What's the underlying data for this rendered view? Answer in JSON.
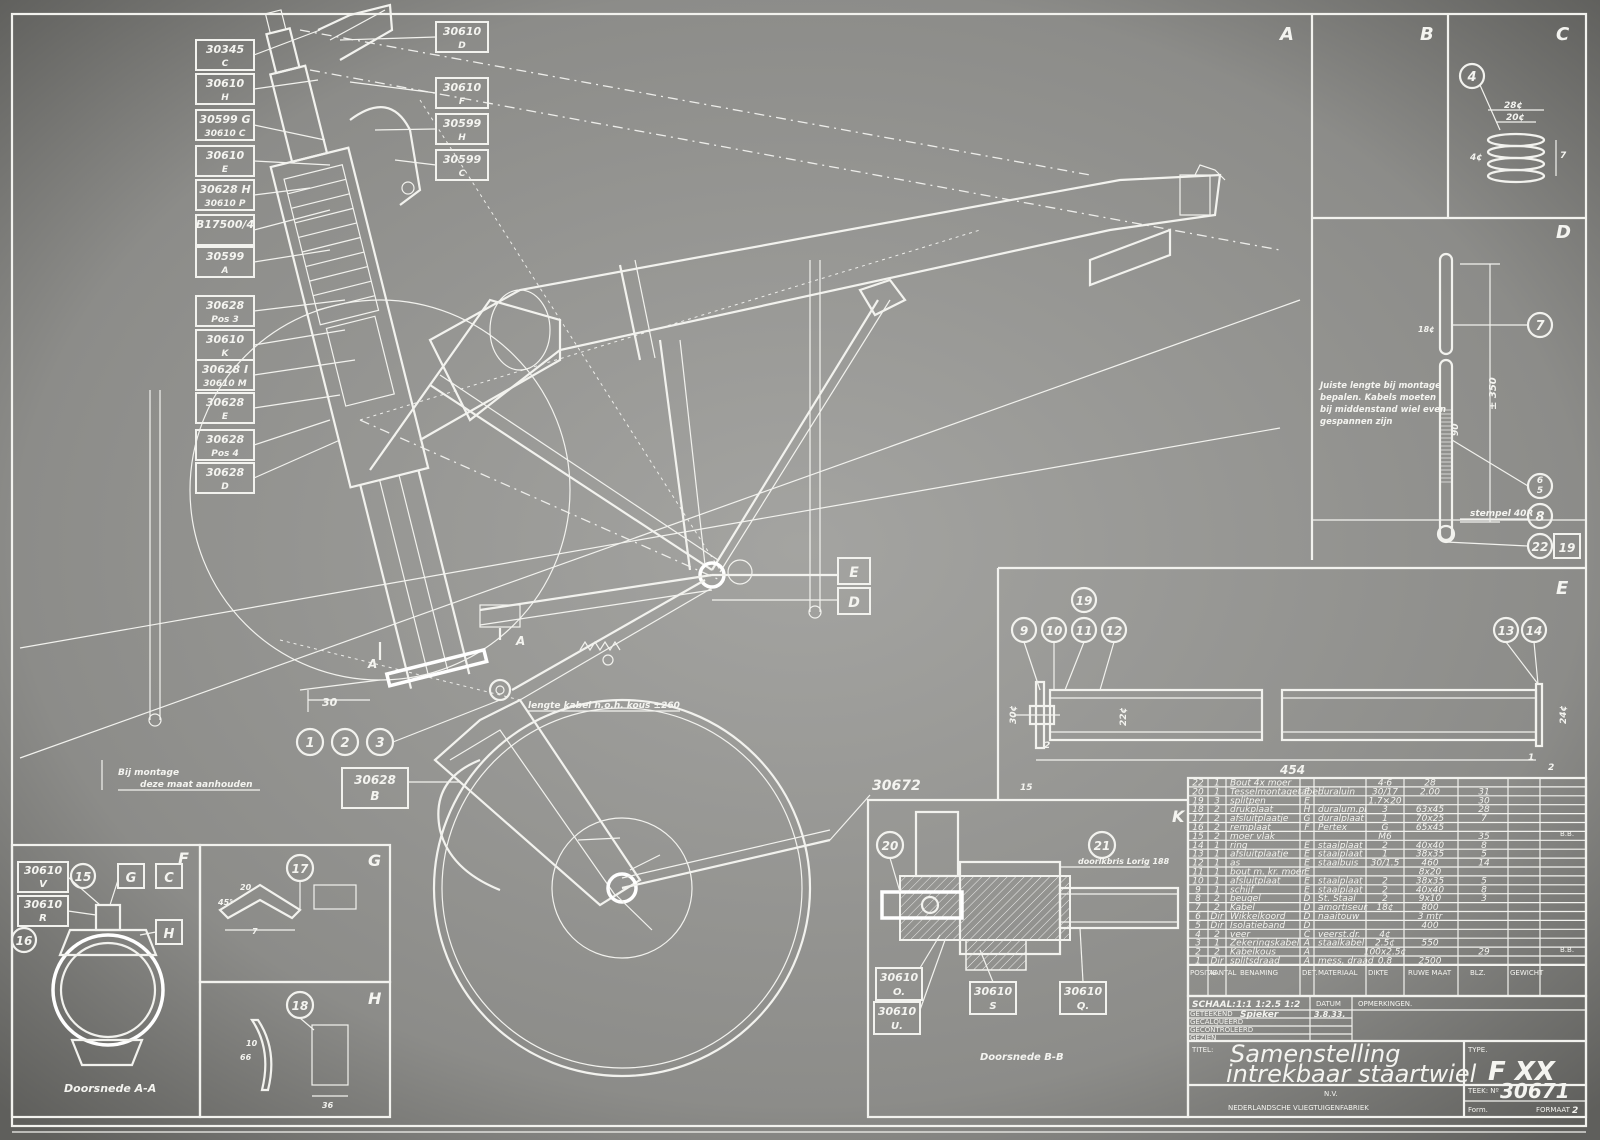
{
  "parts_refs": [
    {
      "top": "30345",
      "bot": "C"
    },
    {
      "top": "30610",
      "bot": "H"
    },
    {
      "top": "30599 G",
      "bot": "30610 C"
    },
    {
      "top": "30610",
      "bot": "E"
    },
    {
      "top": "30628 H",
      "bot": "30610 P"
    },
    {
      "top": "B17500/4",
      "bot": ""
    },
    {
      "top": "30599",
      "bot": "A"
    },
    {
      "top": "30628",
      "bot": "Pos 3"
    },
    {
      "top": "30610",
      "bot": "K"
    },
    {
      "top": "30628 I",
      "bot": "30610 M"
    },
    {
      "top": "30628",
      "bot": "E"
    },
    {
      "top": "30628",
      "bot": "Pos 4"
    },
    {
      "top": "30628",
      "bot": "D"
    }
  ],
  "right_refs": [
    {
      "top": "30610",
      "bot": "D"
    },
    {
      "top": "30610",
      "bot": "F"
    },
    {
      "top": "30599",
      "bot": "H"
    },
    {
      "top": "30599",
      "bot": "C"
    }
  ],
  "view_letters": {
    "a": "A",
    "b": "B",
    "c": "C",
    "d": "D",
    "e": "E",
    "f": "F",
    "g": "G",
    "h": "H",
    "k": "K"
  },
  "callouts": {
    "e_box": "E",
    "d_box": "D",
    "ref_b": "30628",
    "ref_b2": "B",
    "wheel_ref": "30672",
    "circles_left": [
      "1",
      "2",
      "3"
    ],
    "section_a": "A",
    "dim_30": "30",
    "note_montage": "Bij montage",
    "note_montage2": "deze maat aanhouden",
    "note_kabel": "lengte kabel h.o.h. kous ±260"
  },
  "detail_d_note": [
    "Juiste lengte bij montage",
    "bepalen. Kabels moeten",
    "bij middenstand wiel even",
    "gespannen zijn"
  ],
  "detail_d_nums": {
    "n7": "7",
    "n6": "6",
    "n5": "5",
    "n8": "8",
    "n22": "22",
    "n19": "19",
    "stempel": "stempel 40R",
    "d1": "18¢",
    "d2": "± 350",
    "d3": "90"
  },
  "detail_c": {
    "n4": "4",
    "d1": "28¢",
    "d2": "20¢",
    "d3": "4¢",
    "d4": "7"
  },
  "detail_e": {
    "nums": [
      "9",
      "10",
      "11",
      "12",
      "19",
      "13",
      "14"
    ],
    "len": "454",
    "d1": "2",
    "d2": "15",
    "d3": "1",
    "d4": "2",
    "dia1": "30¢",
    "dia2": "22¢",
    "dia3": "24¢"
  },
  "detail_f": {
    "r1": "30610",
    "r1b": "V",
    "r2": "30610",
    "r2b": "R",
    "n15": "15",
    "n16": "16",
    "g": "G",
    "c": "C",
    "h": "H",
    "caption": "Doorsnede A-A"
  },
  "detail_g": {
    "n17": "17",
    "d1": "20",
    "d2": "45°",
    "d3": "7"
  },
  "detail_h": {
    "n18": "18",
    "d1": "66",
    "d2": "36",
    "d3": "10"
  },
  "detail_k": {
    "n20": "20",
    "n21": "21",
    "r1": "30610",
    "r1b": "O.",
    "r2": "30610",
    "r2b": "U.",
    "r3": "30610",
    "r3b": "S",
    "r4": "30610",
    "r4b": "Q.",
    "note": "doorlkbris Lorig 188",
    "caption": "Doorsnede B-B"
  },
  "parts_list": {
    "rows": [
      [
        "22",
        "1",
        "Bout  4x  moer",
        "",
        "",
        "4·6",
        "28",
        ""
      ],
      [
        "20",
        "1",
        "Tesselmontagetabel",
        "E",
        "duraluin",
        "30/17",
        "2.00",
        "31"
      ],
      [
        "19",
        "3",
        "splitpen",
        "E",
        "",
        "1.7×20",
        "",
        "30"
      ],
      [
        "18",
        "2",
        "drukplaat",
        "H",
        "duralum.pl",
        "3",
        "63x45",
        "28"
      ],
      [
        "17",
        "2",
        "afsluitplaatje",
        "G",
        "duralplaat",
        "1",
        "70x25",
        "7"
      ],
      [
        "16",
        "2",
        "remplaat",
        "F",
        "Pertex",
        "G",
        "65x45",
        ""
      ],
      [
        "15",
        "2",
        "moer  vlak",
        "",
        "",
        "M6",
        "",
        "35"
      ],
      [
        "14",
        "1",
        "ring",
        "E",
        "staalplaat",
        "2",
        "40x40",
        "8"
      ],
      [
        "13",
        "1",
        "afsluitplaatje",
        "E",
        "staalplaat",
        "1",
        "38x35",
        "5"
      ],
      [
        "12",
        "1",
        "as",
        "E",
        "staalbuis",
        "30/1.5",
        "460",
        "14"
      ],
      [
        "11",
        "1",
        "bout m. kr. moer",
        "E",
        "",
        "",
        "8x20",
        ""
      ],
      [
        "10",
        "1",
        "afsluitplaat",
        "E",
        "staalplaat",
        "2",
        "38x35",
        "5"
      ],
      [
        "9",
        "1",
        "schijf",
        "E",
        "staalplaat",
        "2",
        "40x40",
        "8"
      ],
      [
        "8",
        "2",
        "beugel",
        "D",
        "St. Staal",
        "2",
        "9x10",
        "3"
      ],
      [
        "7",
        "2",
        "Kabel",
        "D",
        "amortiseur",
        "18¢",
        "800",
        ""
      ],
      [
        "6",
        "Dir",
        "Wikkelkoord",
        "D",
        "naaitouw",
        "",
        "3 mtr",
        ""
      ],
      [
        "5",
        "Dir",
        "Isolatieband",
        "D",
        "",
        "",
        "400",
        ""
      ],
      [
        "4",
        "2",
        "veer",
        "C",
        "veerst.dr.",
        "4¢",
        "",
        ""
      ],
      [
        "3",
        "1",
        "Zekeringskabel",
        "A",
        "staalkabel",
        "2.5¢",
        "550",
        ""
      ],
      [
        "2",
        "2",
        "Kabelkous",
        "A",
        "",
        "100x2.5¢",
        "",
        "29"
      ],
      [
        "1",
        "Dir",
        "splitsdraad",
        "A",
        "mess. draad",
        "0.8",
        "2500",
        ""
      ]
    ],
    "hdr": [
      "POSITIE",
      "AANTAL",
      "BENAMING",
      "DET.",
      "MATERIAAL",
      "DIKTE",
      "RUWE MAAT",
      "BLZ.",
      "GEWICHT"
    ]
  },
  "titleblock": {
    "schaal_lbl": "SCHAAL:",
    "schaal": "1:1   1:2.5   1:2",
    "datum_lbl": "DATUM",
    "opm_lbl": "OPMERKINGEN.",
    "rows": [
      "GETEEKEND",
      "GECALQUEERD",
      "GECONTROLEERD",
      "GEZIEN"
    ],
    "getekend": "Spieker",
    "datum": "3.8.33.",
    "titel_lbl": "TITEL:",
    "title1": "Samenstelling",
    "title2": "intrekbaar staartwiel",
    "type_lbl": "TYPE.",
    "type": "F XX",
    "company1": "N.V.",
    "company2": "NEDERLANDSCHE VLIEGTUIGENFABRIEK",
    "teek_lbl": "TEEK: Nº",
    "teek": "30671",
    "form_lbl": "Form.",
    "format_lbl": "FORMAAT",
    "format": "2",
    "bb": "B.B."
  }
}
